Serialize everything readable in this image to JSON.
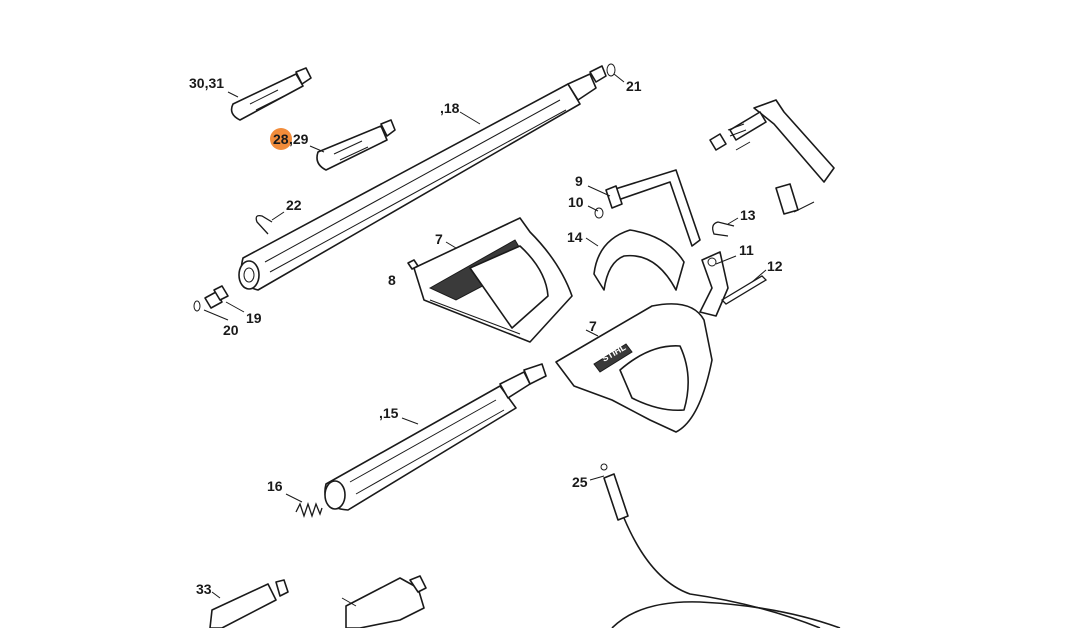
{
  "callouts": {
    "c30_31": "30,31",
    "c28": "28",
    "c29": ",29",
    "c18": ",18",
    "c21": "21",
    "c22": "22",
    "c19": "19",
    "c20": "20",
    "c7a": "7",
    "c8": "8",
    "c9": "9",
    "c10": "10",
    "c13": "13",
    "c14": "14",
    "c11": "11",
    "c12": "12",
    "c7b": "7",
    "c15": ",15",
    "c16": "16",
    "c25": "25",
    "c33": "33"
  },
  "highlight": {
    "part": "28",
    "color": "#f28c3a"
  },
  "logo_text": "STIHL"
}
